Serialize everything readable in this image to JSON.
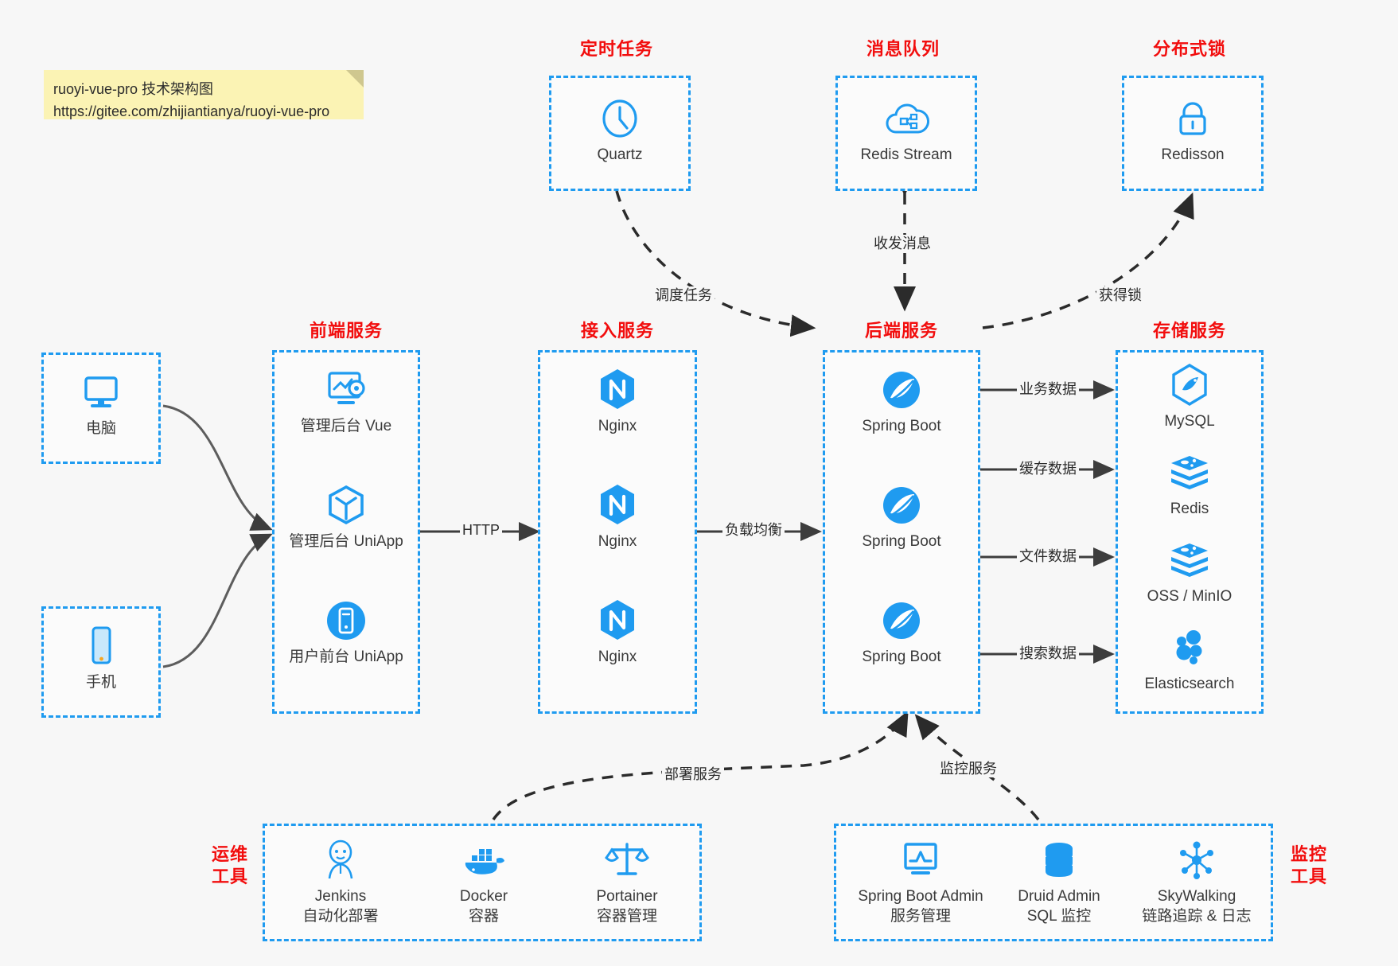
{
  "note": {
    "line1": "ruoyi-vue-pro 技术架构图",
    "line2": "https://gitee.com/zhijiantianya/ruoyi-vue-pro"
  },
  "colors": {
    "accent": "#1f9bf0",
    "caption": "#f20d0d",
    "edge": "#4d4d4d",
    "background": "#f7f7f7",
    "note": "#fbf3b4"
  },
  "groups": {
    "scheduler": {
      "caption": "定时任务",
      "nodes": [
        {
          "label": "Quartz",
          "icon": "clock-icon"
        }
      ]
    },
    "mq": {
      "caption": "消息队列",
      "nodes": [
        {
          "label": "Redis Stream",
          "icon": "cloud-stream-icon"
        }
      ]
    },
    "lock": {
      "caption": "分布式锁",
      "nodes": [
        {
          "label": "Redisson",
          "icon": "lock-icon"
        }
      ]
    },
    "client_pc": {
      "nodes": [
        {
          "label": "电脑",
          "icon": "desktop-icon"
        }
      ]
    },
    "client_mobile": {
      "nodes": [
        {
          "label": "手机",
          "icon": "mobile-icon"
        }
      ]
    },
    "frontend": {
      "caption": "前端服务",
      "nodes": [
        {
          "label": "管理后台 Vue",
          "icon": "dashboard-gear-icon"
        },
        {
          "label": "管理后台 UniApp",
          "icon": "cube-icon"
        },
        {
          "label": "用户前台 UniApp",
          "icon": "app-circle-icon"
        }
      ]
    },
    "access": {
      "caption": "接入服务",
      "nodes": [
        {
          "label": "Nginx",
          "icon": "nginx-icon"
        },
        {
          "label": "Nginx",
          "icon": "nginx-icon"
        },
        {
          "label": "Nginx",
          "icon": "nginx-icon"
        }
      ]
    },
    "backend": {
      "caption": "后端服务",
      "nodes": [
        {
          "label": "Spring Boot",
          "icon": "spring-boot-icon"
        },
        {
          "label": "Spring Boot",
          "icon": "spring-boot-icon"
        },
        {
          "label": "Spring Boot",
          "icon": "spring-boot-icon"
        }
      ]
    },
    "storage": {
      "caption": "存储服务",
      "nodes": [
        {
          "label": "MySQL",
          "icon": "mysql-icon"
        },
        {
          "label": "Redis",
          "icon": "redis-icon"
        },
        {
          "label": "OSS / MinIO",
          "icon": "redis-icon"
        },
        {
          "label": "Elasticsearch",
          "icon": "elasticsearch-icon"
        }
      ]
    },
    "devops": {
      "caption_line1": "运维",
      "caption_line2": "工具",
      "nodes": [
        {
          "label": "Jenkins",
          "sub": "自动化部署",
          "icon": "jenkins-icon"
        },
        {
          "label": "Docker",
          "sub": "容器",
          "icon": "docker-icon"
        },
        {
          "label": "Portainer",
          "sub": "容器管理",
          "icon": "scales-icon"
        }
      ]
    },
    "monitor": {
      "caption_line1": "监控",
      "caption_line2": "工具",
      "nodes": [
        {
          "label": "Spring Boot Admin",
          "sub": "服务管理",
          "icon": "monitor-chart-icon"
        },
        {
          "label": "Druid Admin",
          "sub": "SQL 监控",
          "icon": "database-icon"
        },
        {
          "label": "SkyWalking",
          "sub": "链路追踪 & 日志",
          "icon": "skywalking-icon"
        }
      ]
    }
  },
  "edges": [
    {
      "id": "http",
      "label": "HTTP"
    },
    {
      "id": "lb",
      "label": "负载均衡"
    },
    {
      "id": "schedule",
      "label": "调度任务"
    },
    {
      "id": "mq",
      "label": "收发消息"
    },
    {
      "id": "getlock",
      "label": "获得锁"
    },
    {
      "id": "biz",
      "label": "业务数据"
    },
    {
      "id": "cache",
      "label": "缓存数据"
    },
    {
      "id": "file",
      "label": "文件数据"
    },
    {
      "id": "search",
      "label": "搜索数据"
    },
    {
      "id": "deploy",
      "label": "部署服务"
    },
    {
      "id": "monitor",
      "label": "监控服务"
    }
  ]
}
